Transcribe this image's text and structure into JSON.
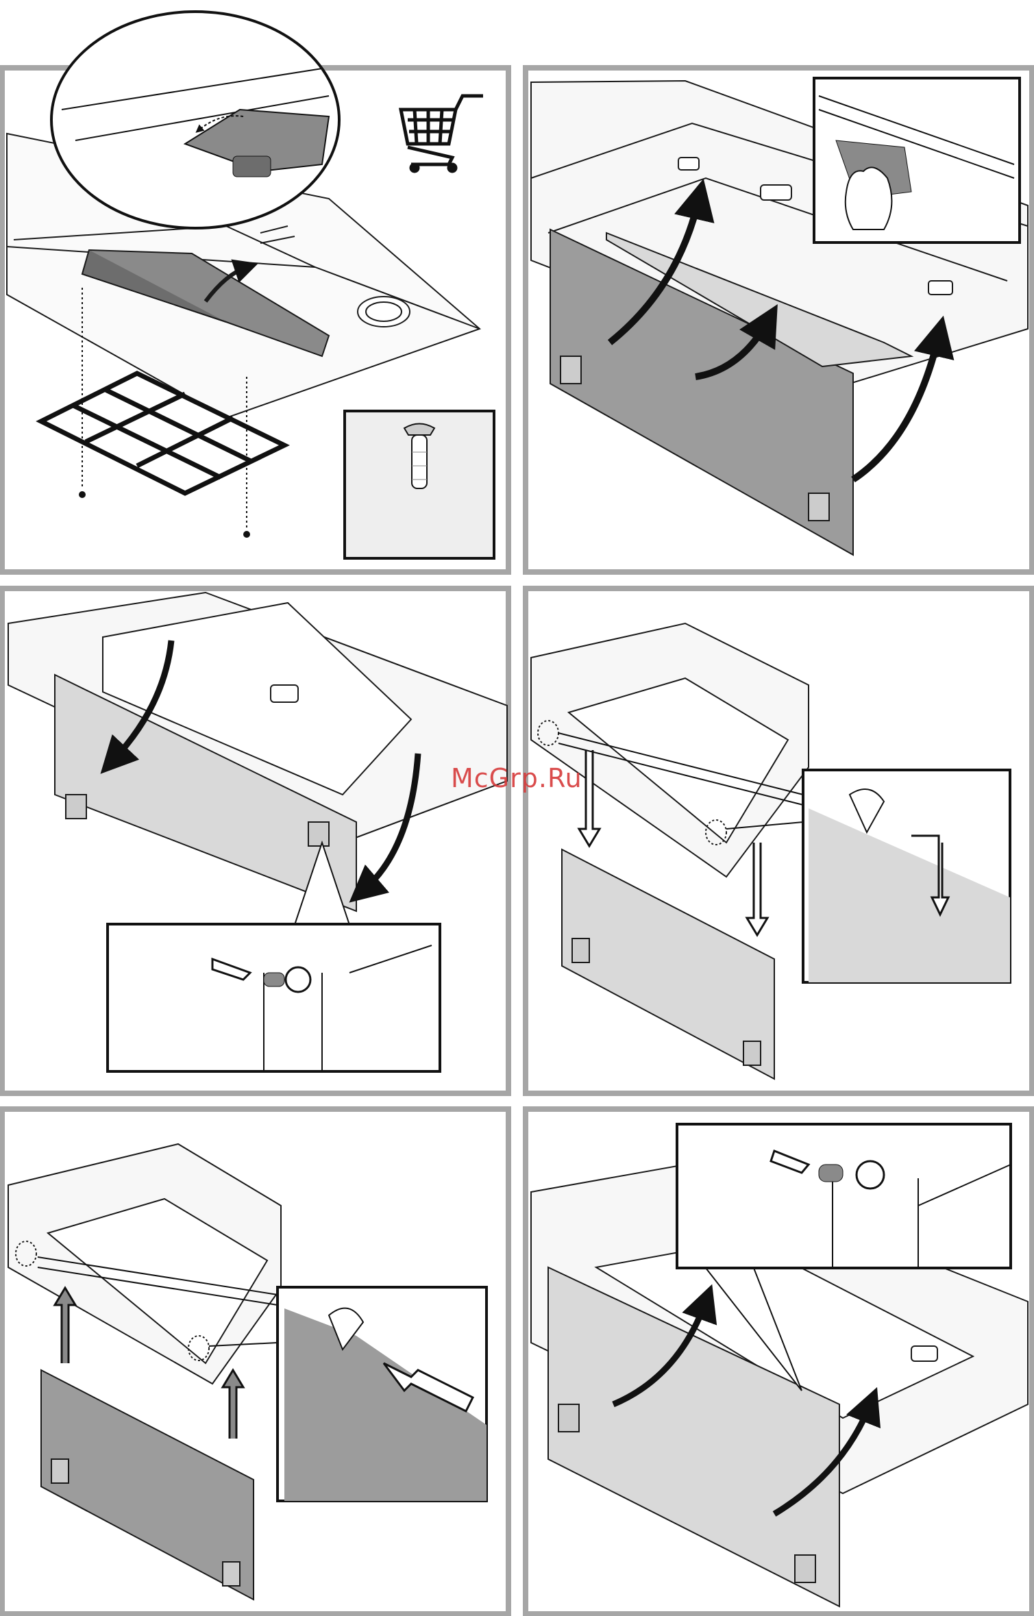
{
  "watermark": {
    "text": "McGrp.Ru",
    "color": "#d63a3a"
  },
  "colors": {
    "panel_border": "#a6a6a6",
    "line": "#1a1a1a",
    "filter_dark": "#8a8a8a",
    "glass_grey": "#9c9c9c",
    "light_fill": "#d9d9d9",
    "inset_fill": "#eeeeee"
  },
  "steps": [
    {
      "id": 1,
      "icons": [
        "magnifier-callout",
        "shopping-cart-icon",
        "screw-icon"
      ]
    },
    {
      "id": 2,
      "icons": [
        "finger-press-callout"
      ]
    },
    {
      "id": 3,
      "icons": [
        "release-pin-arrow-icon"
      ]
    },
    {
      "id": 4,
      "icons": [
        "down-arrow-icon"
      ]
    },
    {
      "id": 5,
      "icons": [
        "up-arrow-icon",
        "push-arrow-icon"
      ]
    },
    {
      "id": 6,
      "icons": [
        "push-pin-arrow-icon"
      ]
    }
  ]
}
